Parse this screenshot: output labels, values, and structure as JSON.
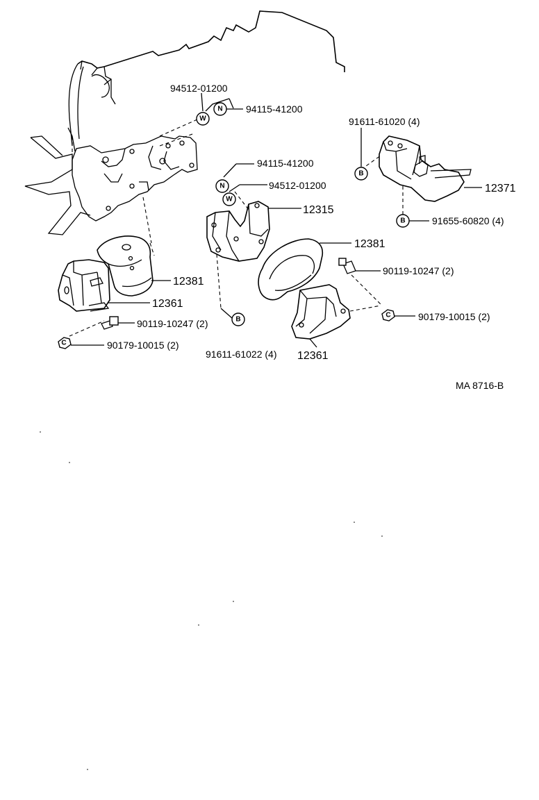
{
  "diagram": {
    "reference_code": "MA  8716-B",
    "callouts": [
      {
        "id": "c1",
        "text": "94512-01200"
      },
      {
        "id": "c2",
        "text": "94115-41200"
      },
      {
        "id": "c3",
        "text": "91611-61020 (4)"
      },
      {
        "id": "c4",
        "text": "94115-41200"
      },
      {
        "id": "c5",
        "text": "94512-01200"
      },
      {
        "id": "c6",
        "text": "12315"
      },
      {
        "id": "c7",
        "text": "12371"
      },
      {
        "id": "c8",
        "text": "91655-60820 (4)"
      },
      {
        "id": "c9",
        "text": "12381"
      },
      {
        "id": "c10",
        "text": "90119-10247 (2)"
      },
      {
        "id": "c11",
        "text": "12381"
      },
      {
        "id": "c12",
        "text": "12361"
      },
      {
        "id": "c13",
        "text": "90119-10247 (2)"
      },
      {
        "id": "c14",
        "text": "90179-10015 (2)"
      },
      {
        "id": "c15",
        "text": "90179-10015 (2)"
      },
      {
        "id": "c16",
        "text": "91611-61022 (4)"
      },
      {
        "id": "c17",
        "text": "12361"
      }
    ],
    "symbols": {
      "w": "W",
      "n": "N",
      "b": "B",
      "c": "C"
    }
  }
}
